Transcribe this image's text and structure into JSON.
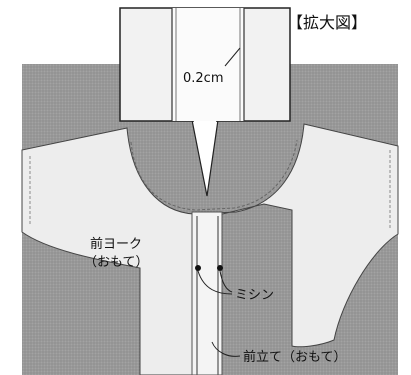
{
  "labels": {
    "zoom_title": "【拡大図】",
    "seam_width": "0.2cm",
    "front_yoke_line1": "前ヨーク",
    "front_yoke_line2": "（おもて）",
    "stitch": "ミシン",
    "front_placket": "前立て（おもて）"
  },
  "colors": {
    "background": "#ffffff",
    "cutting_mat": "#9a9a9a",
    "fabric": "#ededed",
    "ink": "#111111"
  }
}
